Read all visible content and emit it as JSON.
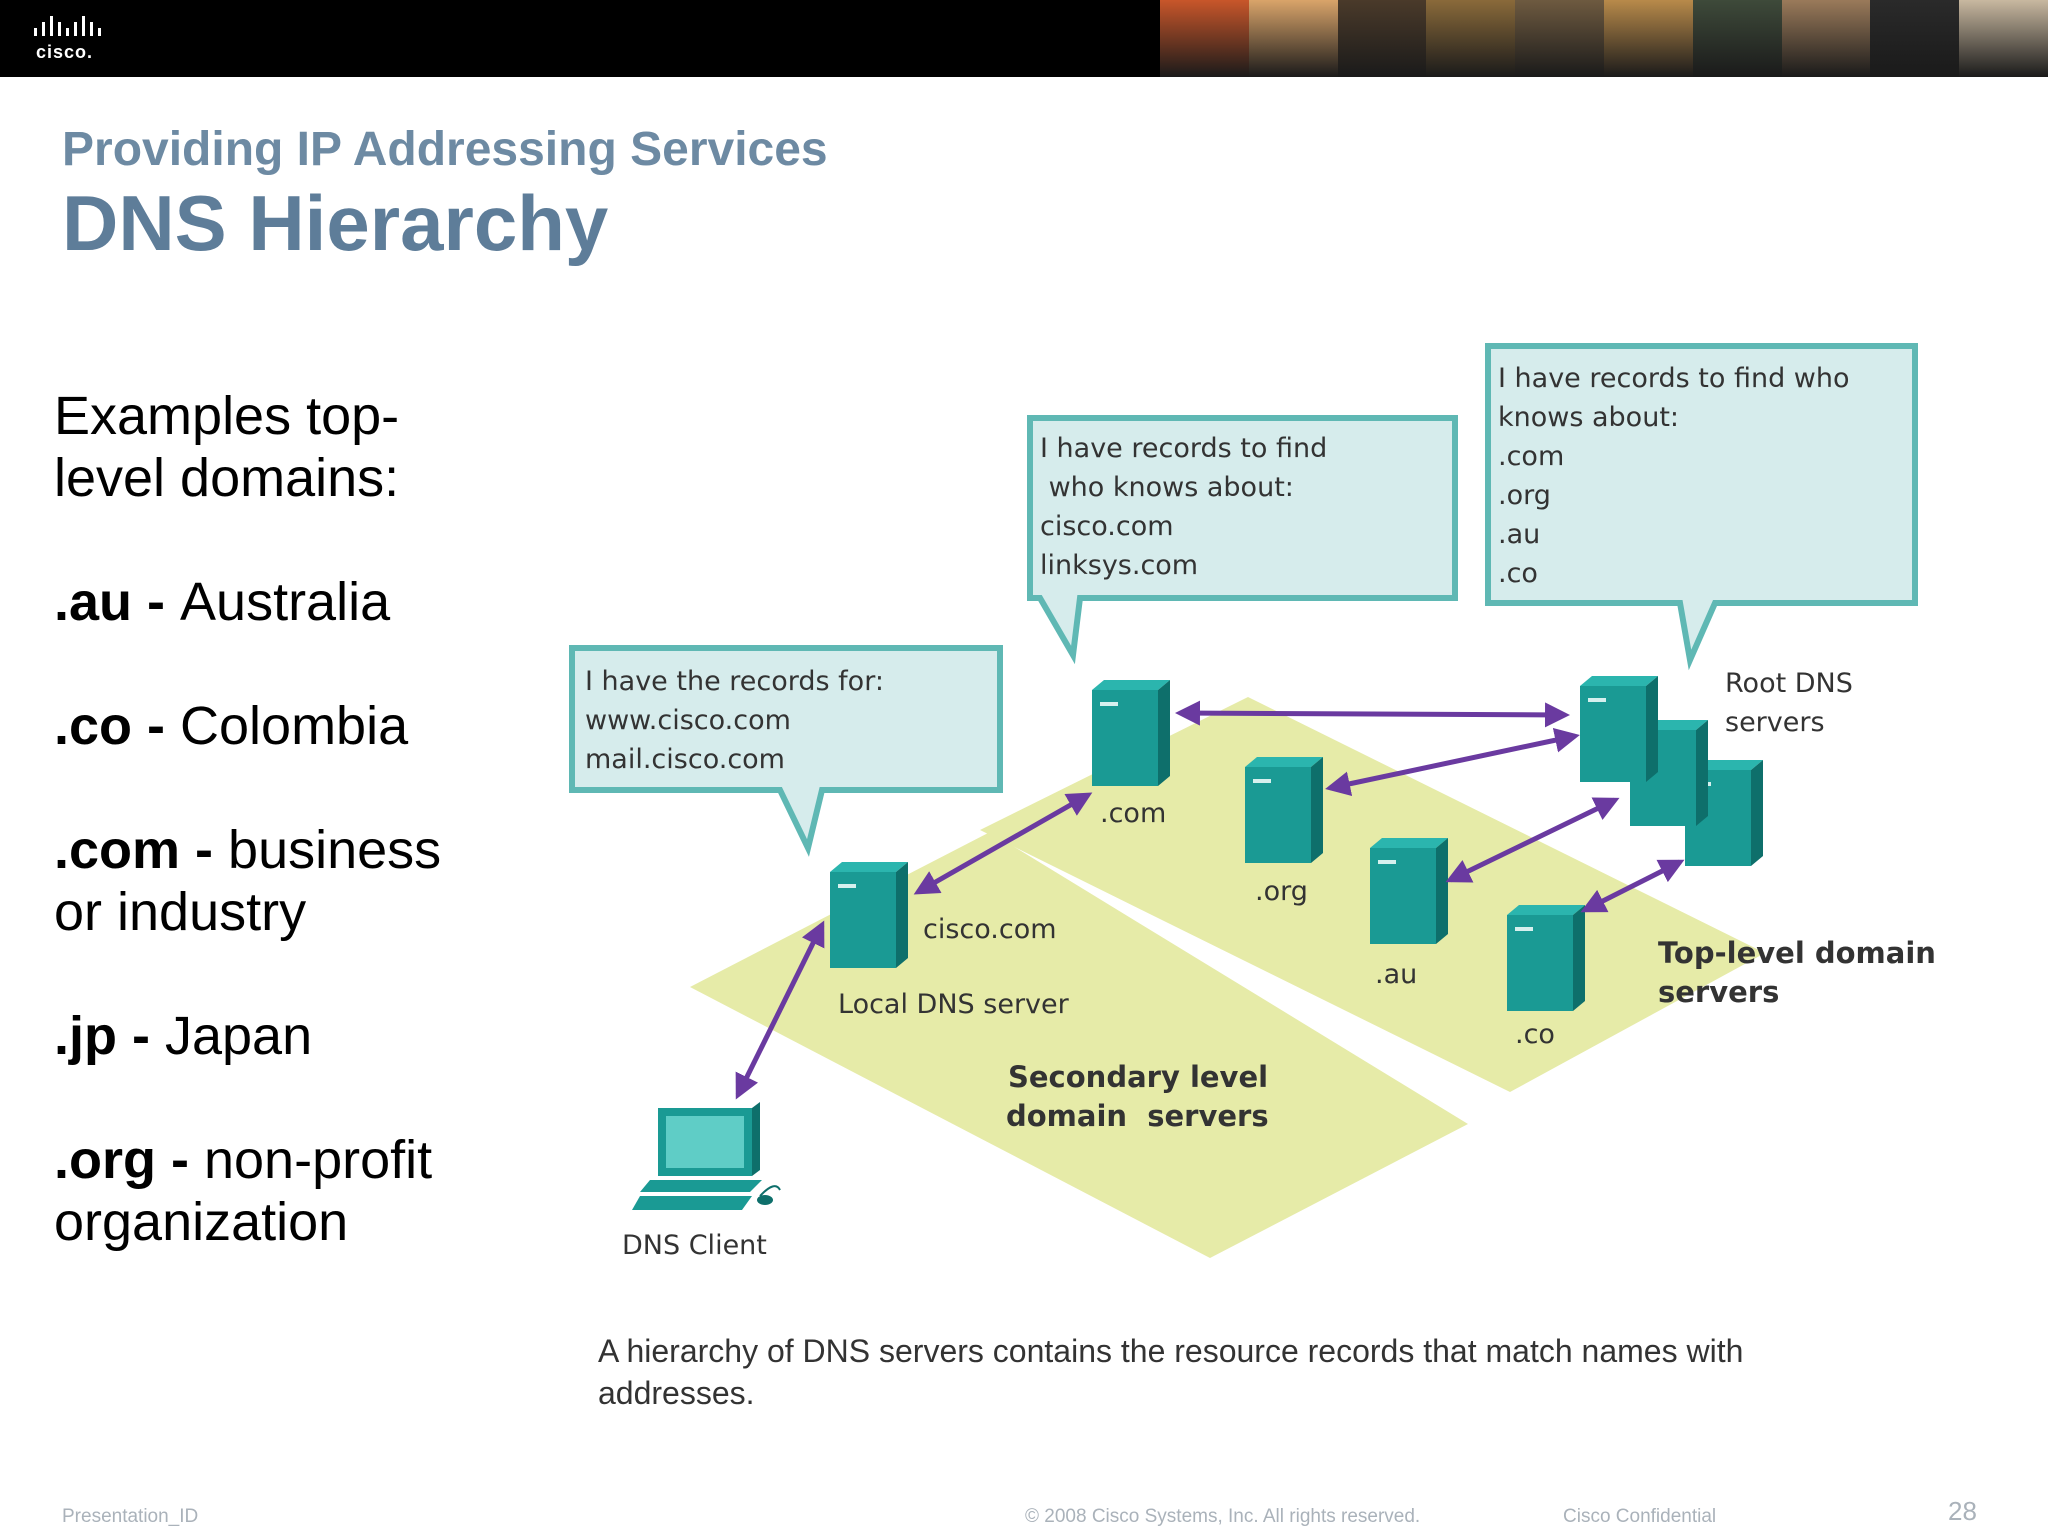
{
  "header": {
    "logo_text": "cisco.",
    "logo_icon": "cisco-bars-icon",
    "photo_colors": [
      "#c8562a",
      "#d9a46a",
      "#4a3a2a",
      "#8a6a3a",
      "#6e5a40",
      "#b88a4a",
      "#3e4a3a",
      "#9a7a5a",
      "#2a2a2a",
      "#c8b8a0"
    ]
  },
  "slide": {
    "subtitle": "Providing IP Addressing Services",
    "title": "DNS Hierarchy"
  },
  "bullets": [
    {
      "bold": "",
      "text": "Examples top-level domains:"
    },
    {
      "bold": ".au - ",
      "text": "Australia"
    },
    {
      "bold": ".co - ",
      "text": "Colombia"
    },
    {
      "bold": ".com - ",
      "text": "business or industry"
    },
    {
      "bold": ".jp - ",
      "text": "Japan"
    },
    {
      "bold": ".org - ",
      "text": "non-profit organization"
    }
  ],
  "diagram": {
    "colors": {
      "teal": "#1a9a94",
      "teal_dark": "#0e6f6b",
      "platform": "#e6eba8",
      "bubble_fill": "#d6ecec",
      "bubble_border": "#5fb8b4",
      "arrow": "#6a3aa0"
    },
    "bubbles": {
      "local": [
        "I have the records for:",
        "www.cisco.com",
        "mail.cisco.com"
      ],
      "com": [
        "I have records to find",
        " who knows about:",
        "cisco.com",
        "linksys.com"
      ],
      "root": [
        "I have records to find who",
        "knows about:",
        ".com",
        ".org",
        ".au",
        ".co"
      ]
    },
    "labels": {
      "com": ".com",
      "org": ".org",
      "au": ".au",
      "co": ".co",
      "cisco": "cisco.com",
      "local_dns": "Local DNS server",
      "root_line1": "Root DNS",
      "root_line2": "servers",
      "tld_line1": "Top-level domain",
      "tld_line2": "servers",
      "secondary_line1": "Secondary level",
      "secondary_line2": "domain  servers",
      "client": "DNS Client"
    }
  },
  "caption": "A hierarchy of DNS servers contains the resource records that match names with addresses.",
  "footer": {
    "left": "Presentation_ID",
    "center": "© 2008 Cisco Systems, Inc. All rights reserved.",
    "right": "Cisco Confidential",
    "page": "28"
  }
}
